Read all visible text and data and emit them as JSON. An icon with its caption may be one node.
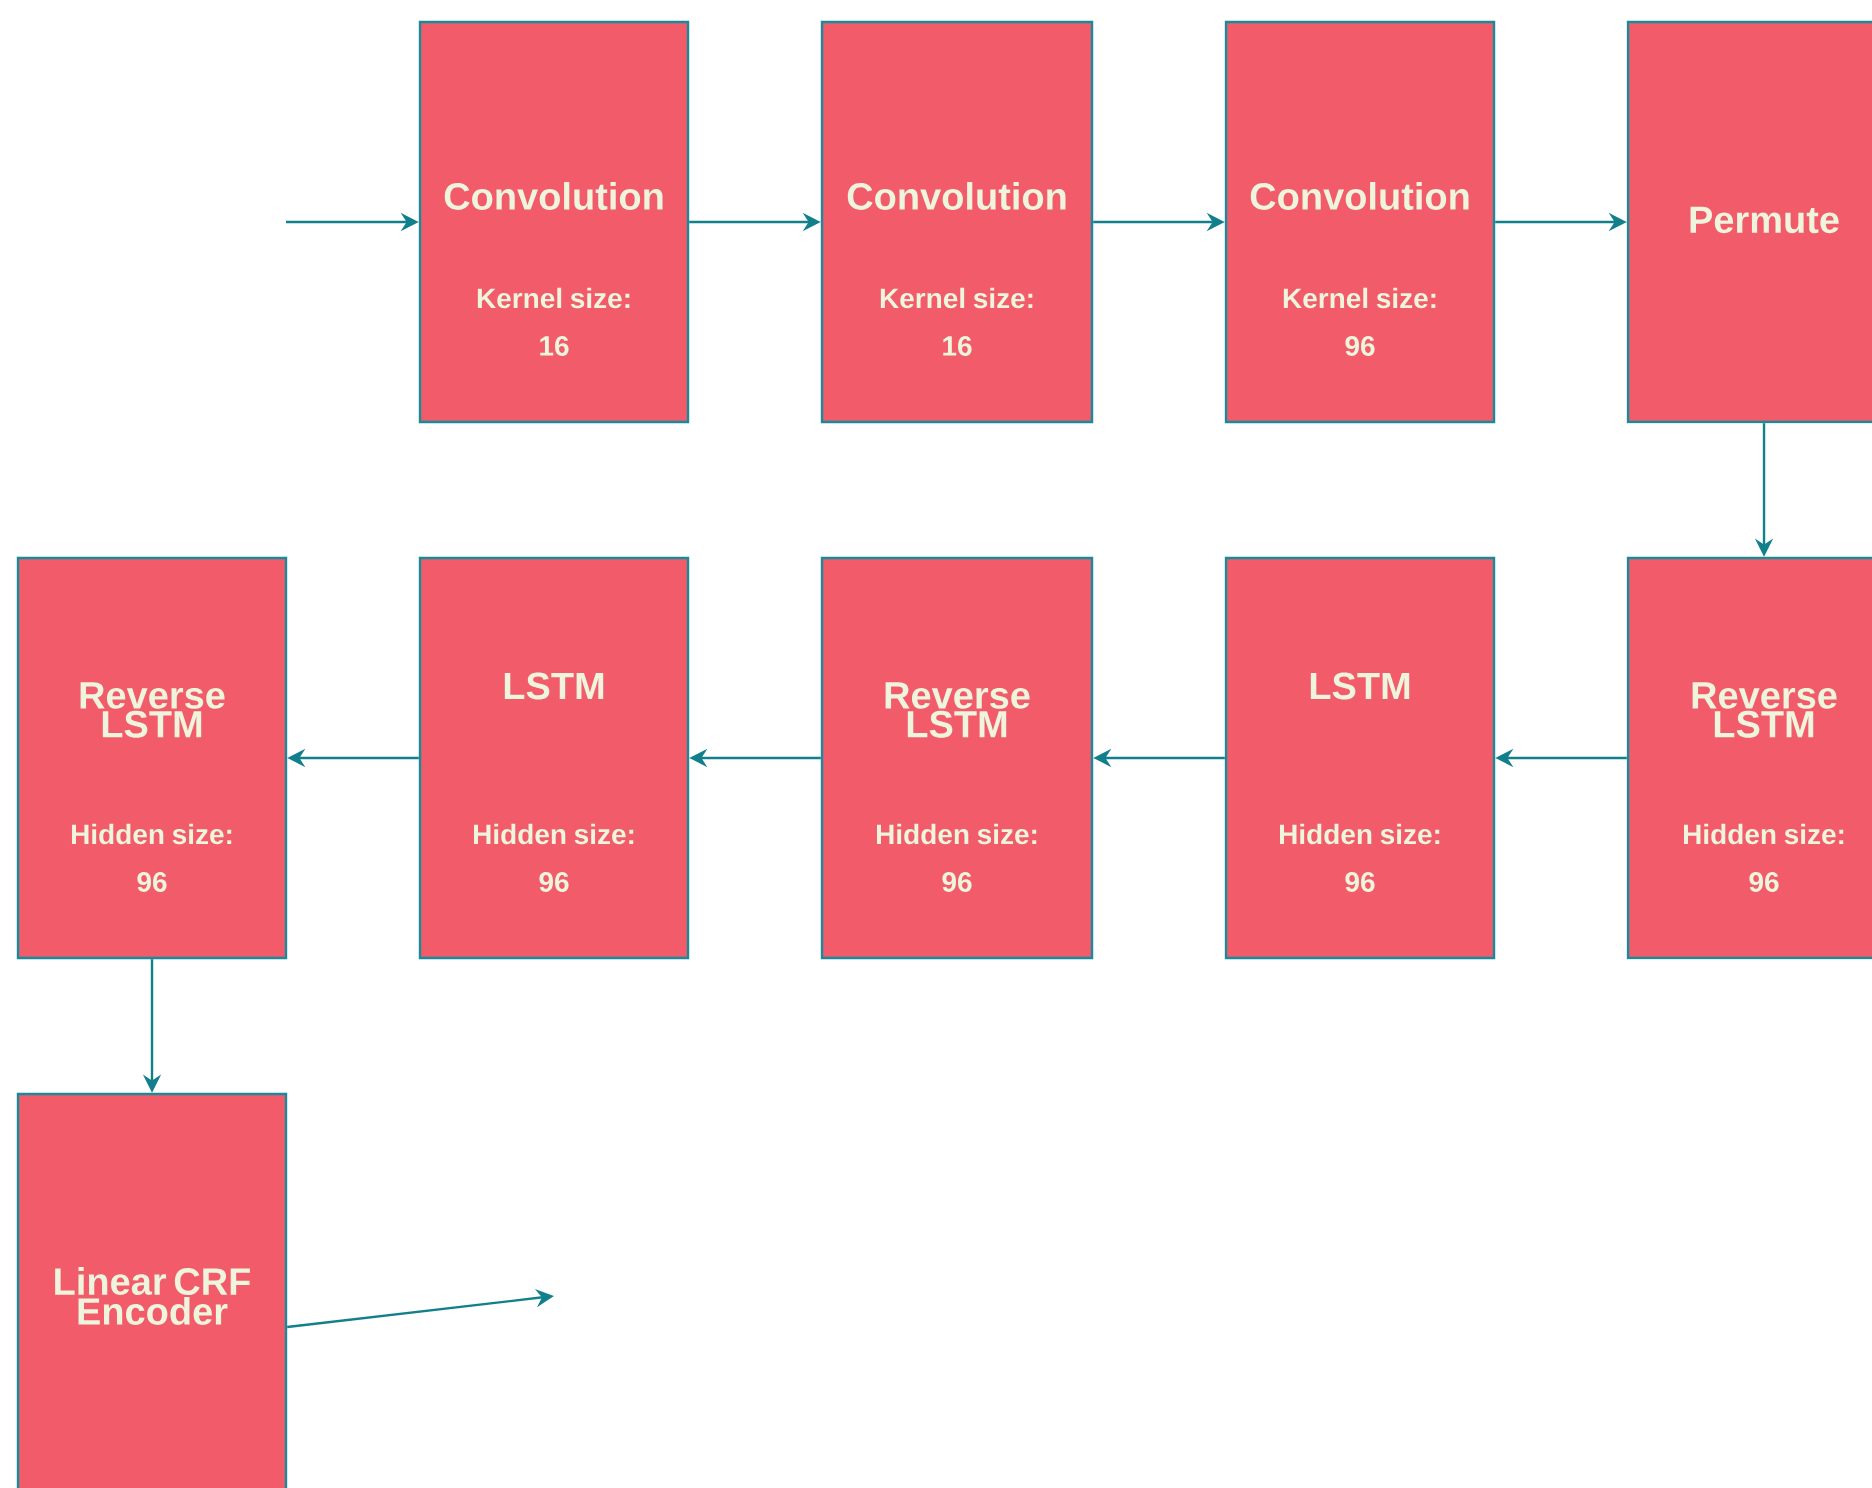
{
  "diagram": {
    "nodes": [
      {
        "text": [
          "Convolution",
          "Kernel size:",
          "16"
        ]
      },
      {
        "text": [
          "Convolution",
          "Kernel size:",
          "16"
        ]
      },
      {
        "text": [
          "Convolution",
          "Kernel size:",
          "96"
        ]
      },
      {
        "text": [
          "Permute"
        ]
      },
      {
        "text": [
          "Reverse LSTM",
          "Hidden size:",
          "96"
        ]
      },
      {
        "text": [
          "LSTM",
          "Hidden size:",
          "96"
        ]
      },
      {
        "text": [
          "Reverse LSTM",
          "Hidden size:",
          "96"
        ]
      },
      {
        "text": [
          "LSTM",
          "Hidden size:",
          "96"
        ]
      },
      {
        "text": [
          "Reverse LSTM",
          "Hidden size:",
          "96"
        ]
      },
      {
        "text": [
          "Linear CRF Encoder"
        ]
      }
    ],
    "edges": [
      {
        "from": null,
        "to": 0,
        "arrow": "to"
      },
      {
        "from": 0,
        "to": 1,
        "arrow": "to"
      },
      {
        "from": 1,
        "to": 2,
        "arrow": "to"
      },
      {
        "from": 2,
        "to": 3,
        "arrow": "to"
      },
      {
        "from": 3,
        "to": 8,
        "arrow": "to"
      },
      {
        "from": 8,
        "to": 7,
        "arrow": "to"
      },
      {
        "from": 7,
        "to": 6,
        "arrow": "to"
      },
      {
        "from": 6,
        "to": 5,
        "arrow": "to"
      },
      {
        "from": 5,
        "to": 4,
        "arrow": "to"
      },
      {
        "from": 4,
        "to": 9,
        "arrow": "to"
      },
      {
        "from": 9,
        "to": null,
        "arrow": "to"
      }
    ]
  }
}
